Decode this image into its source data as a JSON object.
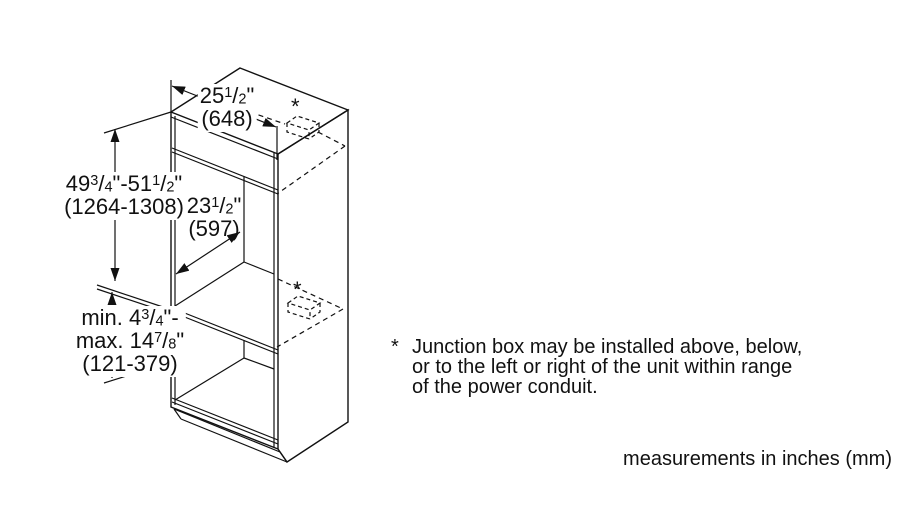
{
  "figure": {
    "dim_width": {
      "inches": [
        [
          "25",
          "n"
        ],
        [
          "1",
          "u"
        ],
        [
          "/",
          "n"
        ],
        [
          "2",
          "d"
        ],
        [
          "\"",
          "n"
        ]
      ],
      "mm": "(648)"
    },
    "dim_height": {
      "inches": [
        [
          "49",
          "n"
        ],
        [
          "3",
          "u"
        ],
        [
          "/",
          "n"
        ],
        [
          "4",
          "d"
        ],
        [
          "\"-51",
          "n"
        ],
        [
          "1",
          "u"
        ],
        [
          "/",
          "n"
        ],
        [
          "2",
          "d"
        ],
        [
          "\"",
          "n"
        ]
      ],
      "mm": "(1264-1308)"
    },
    "dim_depth": {
      "inches": [
        [
          "23",
          "n"
        ],
        [
          "1",
          "u"
        ],
        [
          "/",
          "n"
        ],
        [
          "2",
          "d"
        ],
        [
          "\"",
          "n"
        ]
      ],
      "mm": "(597)"
    },
    "dim_gap": {
      "line1": [
        [
          "min. 4",
          "n"
        ],
        [
          "3",
          "u"
        ],
        [
          "/",
          "n"
        ],
        [
          "4",
          "d"
        ],
        [
          "\"-",
          "n"
        ]
      ],
      "line2": [
        [
          "max. 14",
          "n"
        ],
        [
          "7",
          "u"
        ],
        [
          "/",
          "n"
        ],
        [
          "8",
          "d"
        ],
        [
          "\"",
          "n"
        ]
      ],
      "mm": "(121-379)"
    },
    "asterisk_top": "*",
    "asterisk_side": "*"
  },
  "note": {
    "marker": "*",
    "lines": [
      "Junction box may be installed above, below,",
      "or to the left or right of the unit within range",
      "of the power conduit."
    ]
  },
  "footer": {
    "text": "measurements in inches (mm)"
  },
  "colors": {
    "line": "#111111",
    "background": "#ffffff"
  }
}
